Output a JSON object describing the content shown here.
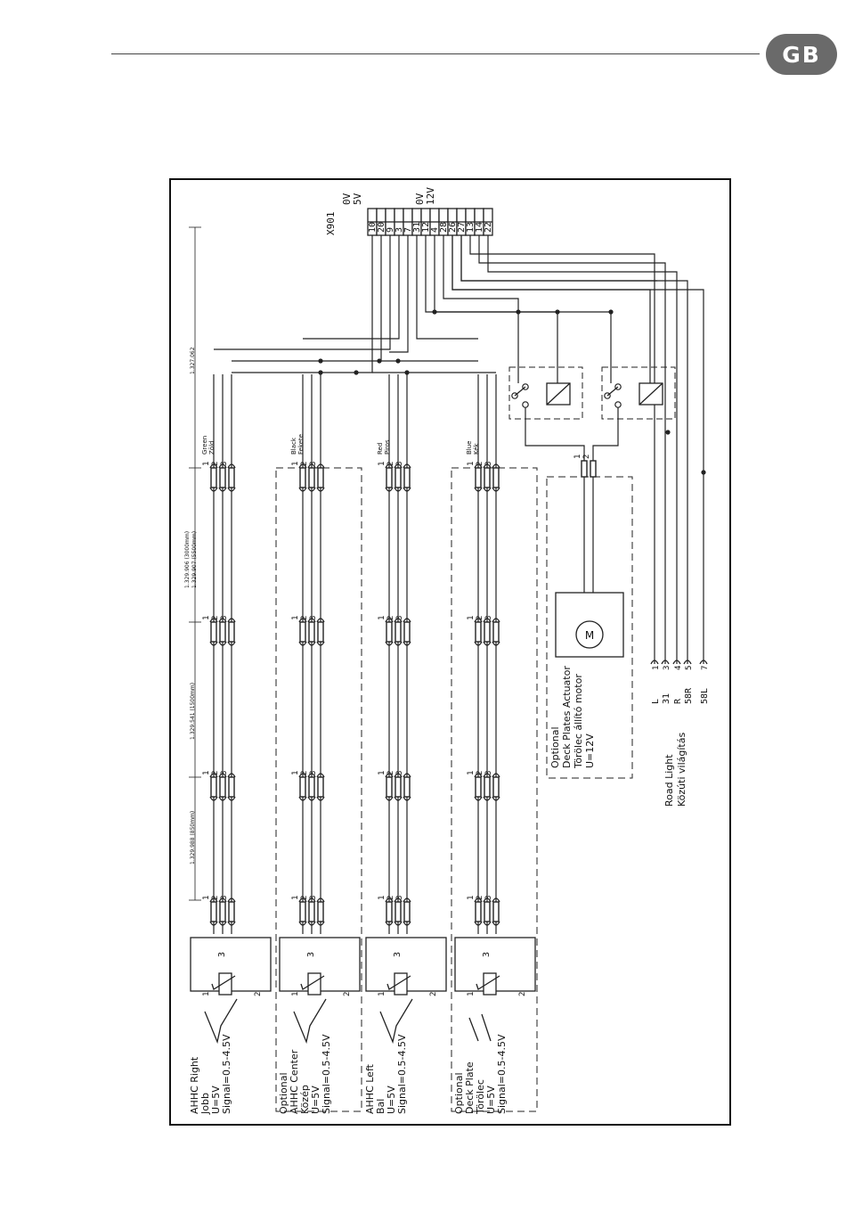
{
  "header": {
    "badge": "GB"
  },
  "terminal_block": {
    "name": "X901",
    "pins": [
      "10",
      "20",
      "9",
      "3",
      "7",
      "31",
      "12",
      "4",
      "28",
      "26",
      "27",
      "13",
      "14",
      "22"
    ],
    "voltage_5v": [
      "0V",
      "5V"
    ],
    "voltage_12v": [
      "0V",
      "12V"
    ]
  },
  "cable_labels": {
    "c1": "1.327.062",
    "c2a": "1.329.906 (3000mm)",
    "c2b": "1.329.907 (5500mm)",
    "c3": "1.329.541 (1500mm)",
    "c4": "1.329.988 (850mm)"
  },
  "wire_colors": [
    {
      "en": "Green",
      "hu": "Zöld"
    },
    {
      "en": "Black",
      "hu": "Fekete"
    },
    {
      "en": "Red",
      "hu": "Piros"
    },
    {
      "en": "Blue",
      "hu": "Kék"
    }
  ],
  "connector_pins": [
    "1",
    "2",
    "3"
  ],
  "sensors": [
    {
      "lines": [
        "AHHC Right",
        "Jobb",
        "U=5V",
        "Signal=0.5-4.5V"
      ]
    },
    {
      "lines": [
        "Optional",
        "AHHC Center",
        "Közép",
        "U=5V",
        "Signal=0.5-4.5V"
      ]
    },
    {
      "lines": [
        "AHHC Left",
        "Bal",
        "U=5V",
        "Signal=0.5-4.5V"
      ]
    },
    {
      "lines": [
        "Optional",
        "Deck Plate",
        "Törölec",
        "U=5V",
        "Signal=0.5-4.5V"
      ]
    }
  ],
  "potentiometer_pins": [
    "1",
    "2",
    "3"
  ],
  "actuator": {
    "lines": [
      "Optional",
      "Deck Plates Actuator",
      "Törölec állító motor",
      "U=12V"
    ],
    "motor_symbol": "M",
    "pins": [
      "1",
      "2"
    ]
  },
  "road_light": {
    "lines": [
      "Road Light",
      "Közúti világítás"
    ],
    "terminals": [
      {
        "pin": "1",
        "name": "L"
      },
      {
        "pin": "3",
        "name": "31"
      },
      {
        "pin": "4",
        "name": "R"
      },
      {
        "pin": "5",
        "name": "58R"
      },
      {
        "pin": "7",
        "name": "58L"
      }
    ]
  }
}
